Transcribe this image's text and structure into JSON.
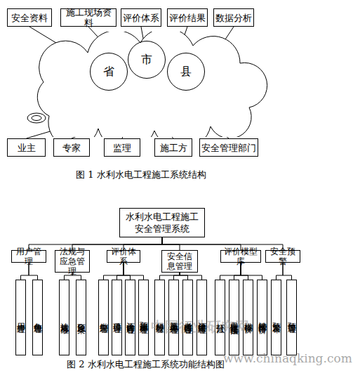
{
  "diagram": {
    "nodes": [
      {
        "text": [
          "安全资料"
        ]
      },
      {
        "text": [
          "施工现场资料"
        ]
      },
      {
        "text": [
          "评价体系"
        ]
      },
      {
        "text": [
          "评价结果"
        ]
      },
      {
        "text": [
          "数据分析"
        ]
      },
      {
        "text": []
      },
      {
        "text": [
          "省"
        ],
        "in": 5
      },
      {
        "text": [
          "市"
        ],
        "in": 5
      },
      {
        "text": [
          "县"
        ],
        "in": 5
      },
      {
        "text": [
          "业主"
        ]
      },
      {
        "text": [
          "专家"
        ]
      },
      {
        "text": [
          "监理"
        ]
      },
      {
        "text": [
          "施工方"
        ]
      },
      {
        "text": [
          "安全管理部门"
        ]
      },
      {
        "text": [
          "水利水电工程施工 安全管理系统"
        ]
      },
      {
        "text": [
          "用户管理"
        ]
      },
      {
        "text": [
          "法规与应急管理"
        ]
      },
      {
        "text": [
          "评价体系"
        ]
      },
      {
        "text": [
          "安全信息管理"
        ]
      },
      {
        "text": [
          "评价模型库"
        ]
      },
      {
        "text": [
          "安全预警"
        ]
      },
      {
        "text": [
          "用户管理"
        ]
      },
      {
        "text": [
          "角色管理"
        ]
      },
      {
        "text": [
          "法规与标准"
        ]
      },
      {
        "text": [
          "应急预案"
        ]
      },
      {
        "text": [
          "类别管理"
        ]
      },
      {
        "text": [
          "项目管理"
        ]
      },
      {
        "text": [
          "评价内容管理"
        ]
      },
      {
        "text": [
          "预测样本管理"
        ]
      },
      {
        "text": [
          "标段管理"
        ]
      },
      {
        "text": [
          "施工单元管理"
        ]
      },
      {
        "text": [
          "考核内容管理"
        ]
      },
      {
        "text": [
          "评价结果管理"
        ]
      },
      {
        "text": [
          "打分法"
        ]
      },
      {
        "text": [
          "定量定性结合法"
        ]
      },
      {
        "text": [
          "模糊评价"
        ]
      },
      {
        "text": [
          "神经网络评价"
        ]
      },
      {
        "text": [
          "预警发布"
        ]
      },
      {
        "text": [
          "预警管理"
        ]
      }
    ],
    "edges": [
      {
        "from": 0,
        "to": 5,
        "arrow": "none"
      },
      {
        "from": 1,
        "to": 5,
        "arrow": "none"
      },
      {
        "from": 2,
        "to": 5,
        "arrow": "none"
      },
      {
        "from": 3,
        "to": 5,
        "arrow": "none"
      },
      {
        "from": 4,
        "to": 5,
        "arrow": "none"
      },
      {
        "from": 5,
        "to": 9,
        "arrow": "none"
      },
      {
        "from": 5,
        "to": 10,
        "arrow": "none"
      },
      {
        "from": 5,
        "to": 11,
        "arrow": "none"
      },
      {
        "from": 5,
        "to": 12,
        "arrow": "none"
      },
      {
        "from": 5,
        "to": 13,
        "arrow": "none"
      },
      {
        "from": 14,
        "to": 15,
        "arrow": "none"
      },
      {
        "from": 14,
        "to": 16,
        "arrow": "none"
      },
      {
        "from": 14,
        "to": 17,
        "arrow": "none"
      },
      {
        "from": 14,
        "to": 18,
        "arrow": "none"
      },
      {
        "from": 14,
        "to": 19,
        "arrow": "none"
      },
      {
        "from": 14,
        "to": 20,
        "arrow": "none"
      },
      {
        "from": 15,
        "to": 21,
        "arrow": "none"
      },
      {
        "from": 15,
        "to": 22,
        "arrow": "none"
      },
      {
        "from": 16,
        "to": 23,
        "arrow": "none"
      },
      {
        "from": 16,
        "to": 24,
        "arrow": "none"
      },
      {
        "from": 17,
        "to": 25,
        "arrow": "none"
      },
      {
        "from": 17,
        "to": 26,
        "arrow": "none"
      },
      {
        "from": 17,
        "to": 27,
        "arrow": "none"
      },
      {
        "from": 17,
        "to": 28,
        "arrow": "none"
      },
      {
        "from": 18,
        "to": 29,
        "arrow": "none"
      },
      {
        "from": 18,
        "to": 30,
        "arrow": "none"
      },
      {
        "from": 18,
        "to": 31,
        "arrow": "none"
      },
      {
        "from": 18,
        "to": 32,
        "arrow": "none"
      },
      {
        "from": 19,
        "to": 33,
        "arrow": "none"
      },
      {
        "from": 19,
        "to": 34,
        "arrow": "none"
      },
      {
        "from": 19,
        "to": 35,
        "arrow": "none"
      },
      {
        "from": 19,
        "to": 36,
        "arrow": "none"
      },
      {
        "from": 20,
        "to": 37,
        "arrow": "none"
      },
      {
        "from": 20,
        "to": 38,
        "arrow": "none"
      }
    ],
    "labels": [
      "图 1 水利水电工程施工系统结构",
      "图 2 水利水电工程施工系统功能结构图",
      "中国行业研究网",
      "www.chinaqking.com"
    ]
  }
}
